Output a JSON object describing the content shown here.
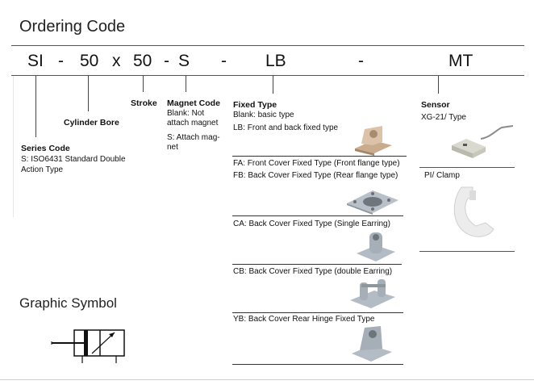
{
  "title": "Ordering Code",
  "code": {
    "si": "SI",
    "dash1": "-",
    "bore": "50",
    "x": "x",
    "stroke": "50",
    "dash2": "-",
    "s": "S",
    "dash3": "-",
    "lb": "LB",
    "dash4": "-",
    "mt": "MT"
  },
  "series": {
    "heading": "Series Code",
    "text": "S: ISO6431 Standard Double Action Type"
  },
  "bore": {
    "heading": "Cylinder Bore"
  },
  "stroke": {
    "heading": "Stroke"
  },
  "magnet": {
    "heading": "Magnet Code",
    "line1": "Blank: Not",
    "line2": "attach magnet",
    "line3": "S: Attach mag-",
    "line4": "net"
  },
  "fixed": {
    "heading": "Fixed Type",
    "blank": "Blank: basic type",
    "lb": "LB: Front and back fixed type",
    "fa": "FA: Front Cover Fixed Type (Front flange type)",
    "fb": "FB: Back Cover Fixed Type (Rear flange type)",
    "ca": "CA: Back Cover Fixed Type (Single Earring)",
    "cb": "CB: Back Cover Fixed Type (double Earring)",
    "yb": "YB: Back Cover Rear Hinge Fixed Type"
  },
  "sensor": {
    "heading": "Sensor",
    "type": "XG-21/ Type",
    "clamp": "PI/ Clamp"
  },
  "graphic": {
    "heading": "Graphic Symbol"
  }
}
